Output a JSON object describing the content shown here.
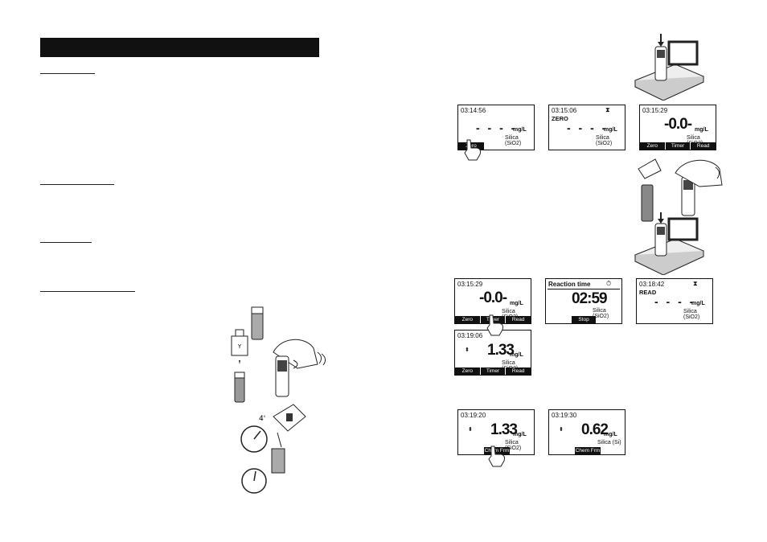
{
  "steps": {
    "minute_mark": "4'"
  },
  "screens": {
    "s1": {
      "time": "03:14:56",
      "value": "- - - -",
      "unit": "mg/L",
      "param": "Silica (SiO2)",
      "softkey": "Zero"
    },
    "s2": {
      "time": "03:15:06",
      "mode": "ZERO",
      "icon": "⧗",
      "value": "- - - -",
      "unit": "mg/L",
      "param": "Silica (SiO2)"
    },
    "s3": {
      "time": "03:15:29",
      "value": "-0.0-",
      "unit": "mg/L",
      "param": "Silica (SiO2)",
      "softkeys": [
        "Zero",
        "Timer",
        "Read"
      ]
    },
    "s4": {
      "time": "03:15:29",
      "value": "-0.0-",
      "unit": "mg/L",
      "param": "Silica (SiO2)",
      "softkeys": [
        "Zero",
        "Timer",
        "Read"
      ]
    },
    "s5": {
      "header": "Reaction time",
      "icon": "⏱",
      "value": "02:59",
      "param": "Silica (SiO2)",
      "softkey": "Stop"
    },
    "s6": {
      "time": "03:18:42",
      "mode": "READ",
      "icon": "⧗",
      "value": "- - - -",
      "unit": "mg/L",
      "param": "Silica (SiO2)"
    },
    "s7": {
      "time": "03:19:06",
      "arrows": "⬍",
      "value": "1.33",
      "unit": "mg/L",
      "param": "Silica (SiO2)",
      "softkeys": [
        "Zero",
        "Timer",
        "Read"
      ]
    },
    "s8": {
      "time": "03:19:20",
      "arrows": "⬍",
      "value": "1.33",
      "unit": "mg/L",
      "param": "Silica (SiO2)",
      "softkey": "Chem Frm"
    },
    "s9": {
      "time": "03:19:30",
      "arrows": "⬍",
      "value": "0.62",
      "unit": "mg/L",
      "param": "Silica (Si)",
      "softkey": "Chem Frm"
    }
  }
}
